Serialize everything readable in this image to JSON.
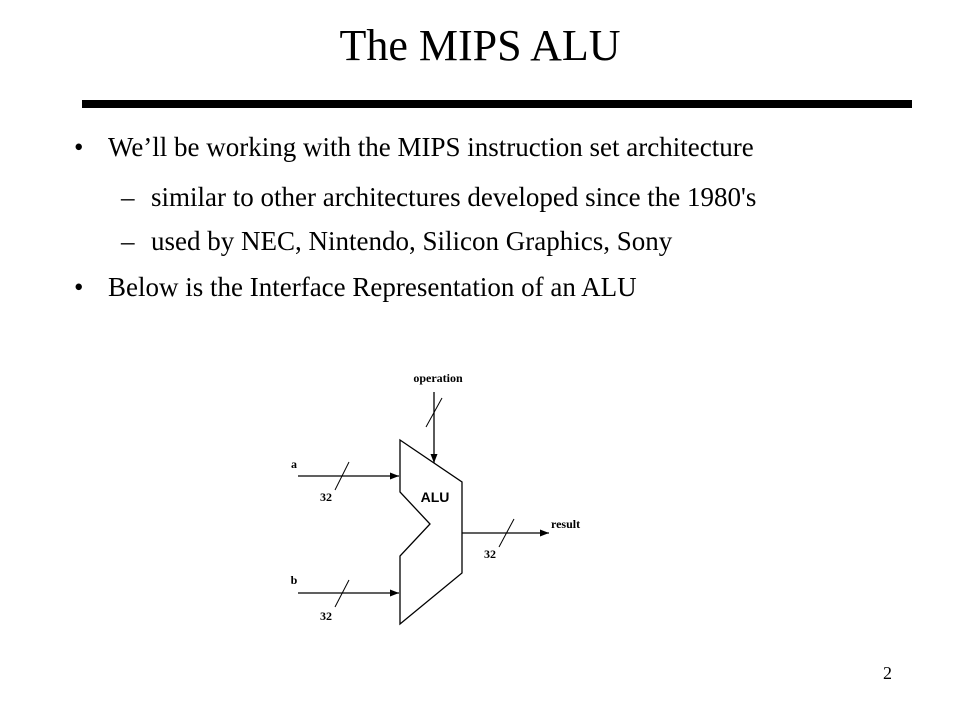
{
  "slide": {
    "title": "The MIPS ALU",
    "page_number": "2",
    "bullets": [
      {
        "mark": "•",
        "text": "We’ll be working with the MIPS instruction set architecture",
        "sub": [
          {
            "mark": "–",
            "text": "similar to other architectures developed since the 1980's"
          },
          {
            "mark": "–",
            "text": "used by NEC, Nintendo, Silicon Graphics, Sony"
          }
        ]
      },
      {
        "mark": "•",
        "text": "Below is the Interface Representation of an ALU"
      }
    ]
  },
  "diagram": {
    "alu_label": "ALU",
    "operation_label": "operation",
    "input_a_label": "a",
    "input_b_label": "b",
    "input_a_width": "32",
    "input_b_width": "32",
    "output_label": "result",
    "output_width": "32"
  }
}
